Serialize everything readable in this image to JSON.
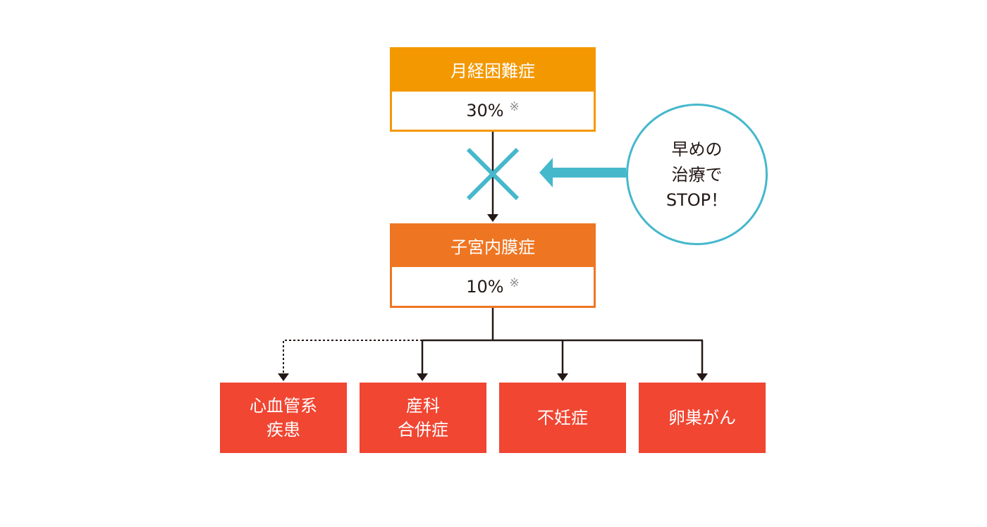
{
  "top_box": {
    "title": "月経困難症",
    "value": "30%",
    "note": "※"
  },
  "middle_box": {
    "title": "子宮内膜症",
    "value": "10%",
    "note": "※"
  },
  "results": [
    {
      "lines": [
        "心血管系",
        "疾患"
      ]
    },
    {
      "lines": [
        "産科",
        "合併症"
      ]
    },
    {
      "lines": [
        "不妊症"
      ]
    },
    {
      "lines": [
        "卵巣がん"
      ]
    }
  ],
  "stop_bubble": {
    "lines": [
      "早めの",
      "治療で",
      "STOP！"
    ]
  },
  "colors": {
    "dysmenorrhea": "#f39800",
    "endometriosis": "#ee7623",
    "outcome": "#f04632",
    "stop_accent": "#45b8cc",
    "line": "#231815"
  }
}
